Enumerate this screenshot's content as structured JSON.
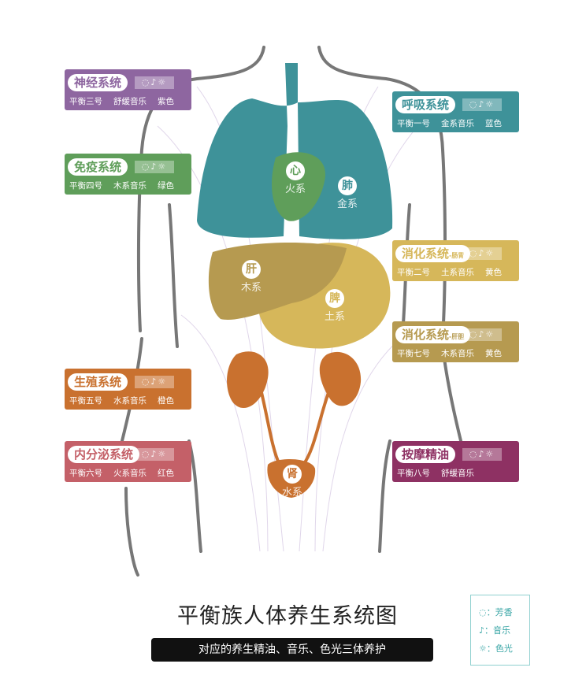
{
  "title": "平衡族人体养生系统图",
  "subtitle": "对应的养生精油、音乐、色光三体养护",
  "icons": "()♪☼",
  "legend": [
    {
      "icon": "drop-icon",
      "glyph": "◌",
      "label": "：芳香"
    },
    {
      "icon": "note-icon",
      "glyph": "♪",
      "label": "：音乐"
    },
    {
      "icon": "sun-icon",
      "glyph": "☼",
      "label": "：色光"
    }
  ],
  "cards": [
    {
      "name": "神经系统",
      "tag": "",
      "formula": "平衡三号",
      "music": "舒缓音乐",
      "color_name": "紫色",
      "color": "#8e66a0"
    },
    {
      "name": "免疫系统",
      "tag": "",
      "formula": "平衡四号",
      "music": "木系音乐",
      "color_name": "绿色",
      "color": "#5f9e5a"
    },
    {
      "name": "生殖系统",
      "tag": "",
      "formula": "平衡五号",
      "music": "水系音乐",
      "color_name": "橙色",
      "color": "#c9712f"
    },
    {
      "name": "内分泌系统",
      "tag": "",
      "formula": "平衡六号",
      "music": "火系音乐",
      "color_name": "红色",
      "color": "#c46068"
    },
    {
      "name": "呼吸系统",
      "tag": "",
      "formula": "平衡一号",
      "music": "金系音乐",
      "color_name": "蓝色",
      "color": "#3e9299"
    },
    {
      "name": "消化系统",
      "tag": "-肠胃",
      "formula": "平衡二号",
      "music": "土系音乐",
      "color_name": "黄色",
      "color": "#d6b75a"
    },
    {
      "name": "消化系统",
      "tag": "-肝胆",
      "formula": "平衡七号",
      "music": "木系音乐",
      "color_name": "黄色",
      "color": "#b69a50"
    },
    {
      "name": "按摩精油",
      "tag": "",
      "formula": "平衡八号",
      "music": "舒缓音乐",
      "color_name": "",
      "color": "#8e3163"
    }
  ],
  "organs": [
    {
      "char": "心",
      "system": "火系",
      "color": "#5f9e5a"
    },
    {
      "char": "肺",
      "system": "金系",
      "color": "#3e9299"
    },
    {
      "char": "肝",
      "system": "木系",
      "color": "#b69a50"
    },
    {
      "char": "脾",
      "system": "土系",
      "color": "#d6b75a"
    },
    {
      "char": "肾",
      "system": "水系",
      "color": "#c9712f"
    }
  ]
}
